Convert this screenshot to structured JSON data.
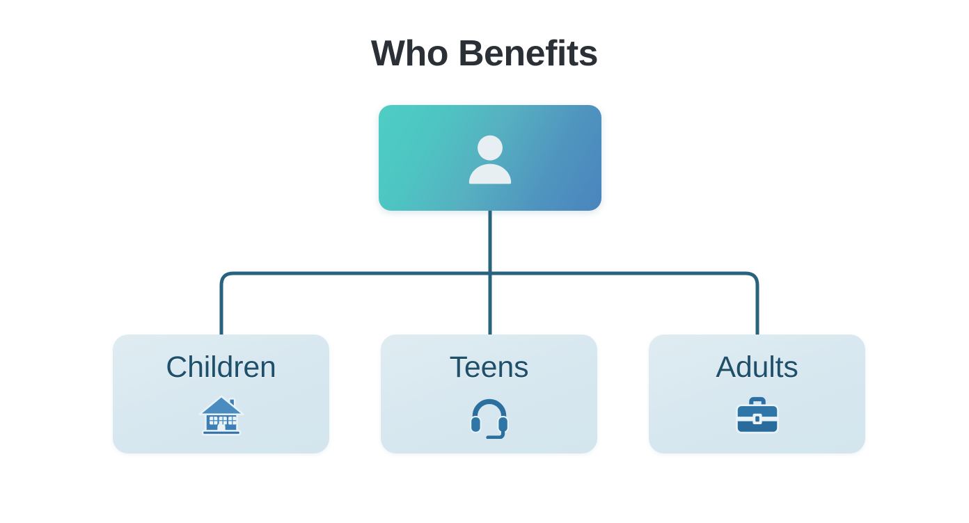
{
  "diagram": {
    "title": "Who Benefits",
    "type": "organization-tree",
    "title_color": "#2b2f36",
    "background_color": "#ffffff",
    "connector_color": "#28627e"
  },
  "root": {
    "icon": "person-icon",
    "label": "",
    "gradient_from": "#4fcdc4",
    "gradient_to": "#4a84bd",
    "icon_color": "#e8eff3"
  },
  "branches": [
    {
      "label": "Children",
      "icon": "house-icon",
      "card_color": "#dbe9f0",
      "label_color": "#1f506b",
      "icon_color": "#3d7fb4"
    },
    {
      "label": "Teens",
      "icon": "headset-icon",
      "card_color": "#dbe9f0",
      "label_color": "#1f506b",
      "icon_color": "#2a6f9e"
    },
    {
      "label": "Adults",
      "icon": "briefcase-icon",
      "card_color": "#dbe9f0",
      "label_color": "#1f506b",
      "icon_color": "#2e6fa4"
    }
  ]
}
